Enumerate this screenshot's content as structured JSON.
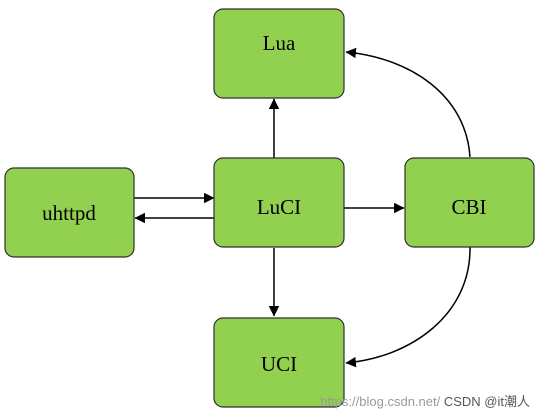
{
  "nodes": {
    "lua": "Lua",
    "uhttpd": "uhttpd",
    "luci": "LuCI",
    "cbi": "CBI",
    "uci": "UCI"
  },
  "colors": {
    "node_fill": "#92d050",
    "node_border": "#2f2f2f",
    "edge": "#000000"
  },
  "watermark": {
    "url": "https://blog.csdn.net/",
    "brand": "CSDN @it潮人"
  }
}
